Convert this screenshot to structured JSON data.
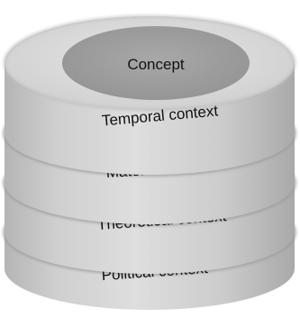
{
  "diagram": {
    "center_label": "Concept",
    "layers": [
      {
        "label": "Temporal context"
      },
      {
        "label": "Material context"
      },
      {
        "label": "Theoretical context"
      },
      {
        "label": "Political context"
      }
    ],
    "colors": {
      "top_face": "#dcdcdc",
      "core_face": "#9e9e9e",
      "side_light": "#d9d9d9",
      "side_mid": "#c4c4c4",
      "side_dark": "#a8a8a8",
      "groove": "#8f8f8f",
      "text": "#111111"
    }
  }
}
